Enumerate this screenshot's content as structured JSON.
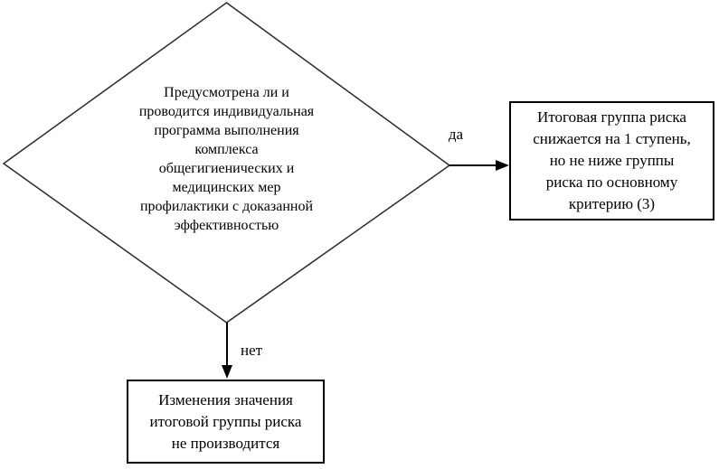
{
  "diagram": {
    "type": "flowchart",
    "colors": {
      "background": "#ffffff",
      "diamond_stroke": "#2b2b2b",
      "box_border": "#000000",
      "arrow": "#000000",
      "text": "#000000"
    },
    "decision": {
      "shape": "diamond",
      "text": "Предусмотрена ли  и\nпроводится индивидуальная\nпрограмма выполнения\nкомплекса\nобщегигиенических и\nмедицинских мер\nпрофилактики с доказанной\nэффективностью"
    },
    "branches": {
      "yes": {
        "label": "да",
        "direction": "right",
        "outcome": "Итоговая группа риска\nснижается на 1 ступень,\nно не ниже группы\nриска по основному\nкритерию (3)"
      },
      "no": {
        "label": "нет",
        "direction": "down",
        "outcome": "Изменения значения\nитоговой группы риска\nне производится"
      }
    }
  }
}
